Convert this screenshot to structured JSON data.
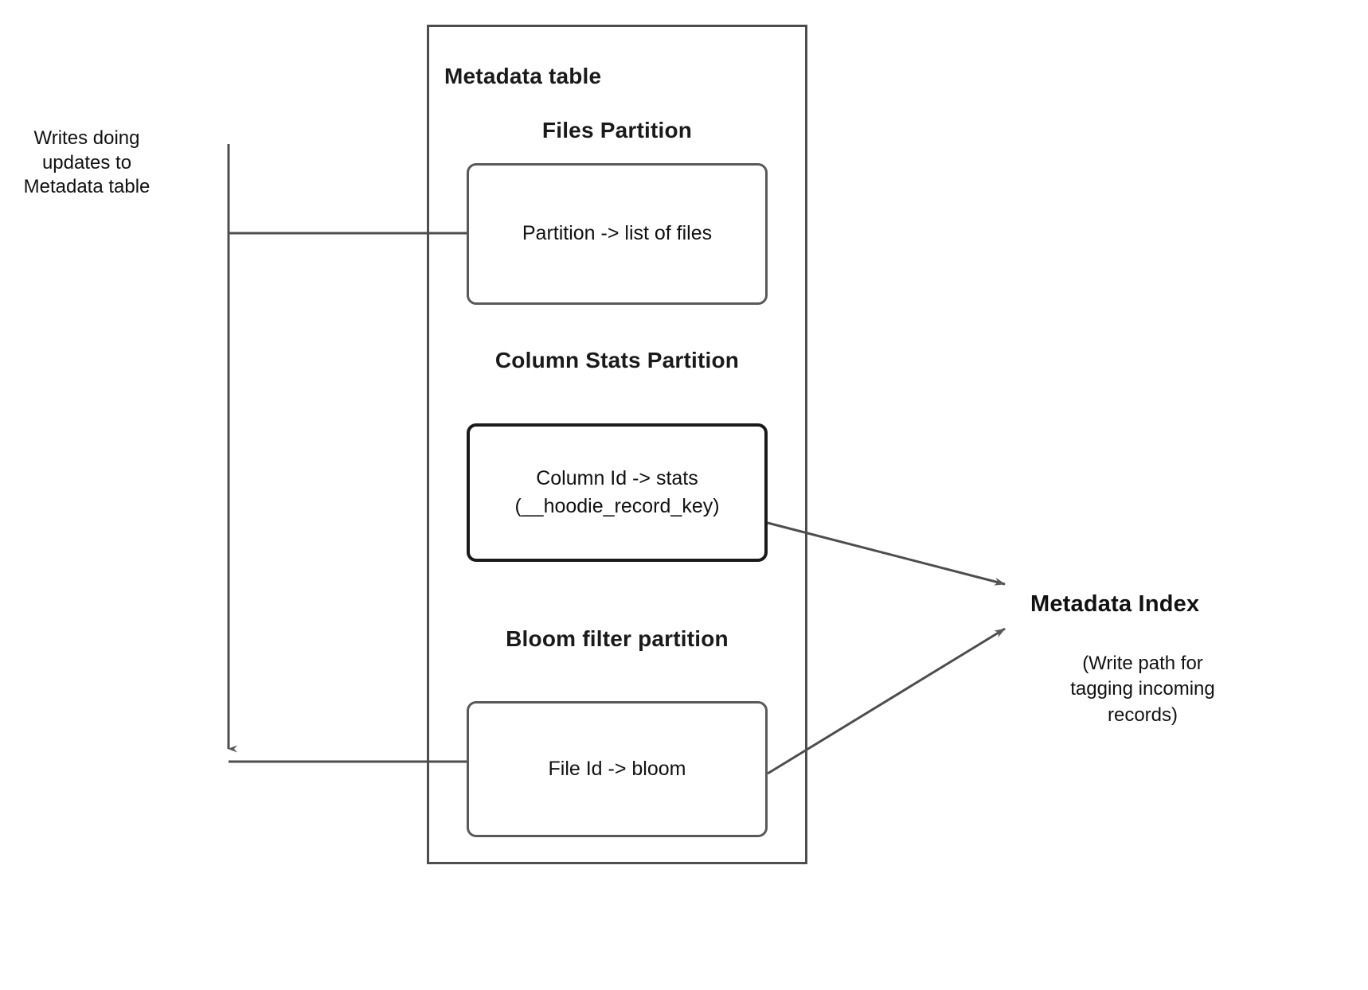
{
  "diagram": {
    "title": "Hudi Metadata Table / Metadata Index write path diagram",
    "colors": {
      "outer_border": "#4d4d4d",
      "inner_border": "#595959",
      "emphasis_border": "#1a1a1a",
      "connector": "#4d4d4d",
      "arrow_fill": "#595959",
      "text": "#111111",
      "background": "#ffffff"
    }
  },
  "left_caption": {
    "text": "Writes doing\nupdates to\nMetadata table"
  },
  "metadata_table": {
    "title": "Metadata table",
    "partitions": [
      {
        "heading": "Files Partition",
        "box_text": "Partition -> list of files"
      },
      {
        "heading": "Column Stats\nPartition",
        "box_text": "Column Id  -> stats\n(__hoodie_record_key)"
      },
      {
        "heading": "Bloom filter\npartition",
        "box_text": "File Id -> bloom"
      }
    ]
  },
  "metadata_index": {
    "title": "Metadata Index",
    "note": "(Write path for\ntagging incoming\nrecords)"
  }
}
